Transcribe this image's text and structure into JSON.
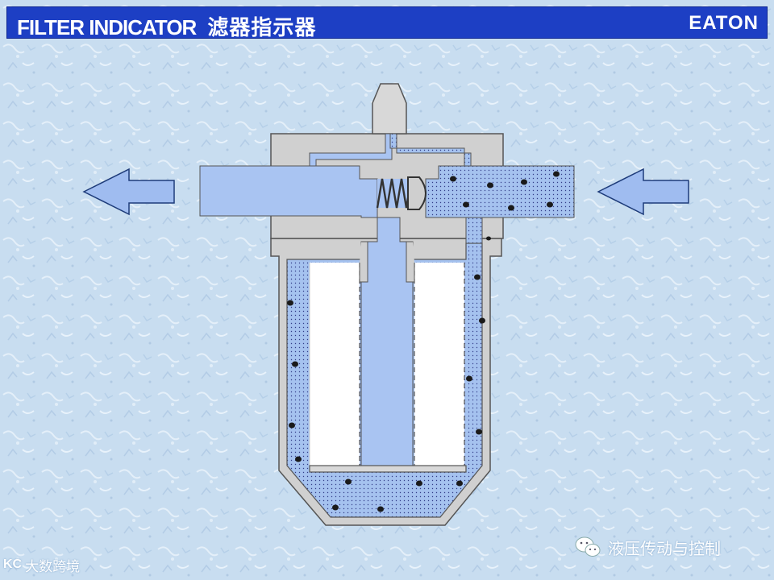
{
  "header": {
    "title": "FILTER INDICATOR",
    "title_cn": "滤器指示器",
    "brand": "EATON"
  },
  "watermarks": {
    "channel": "液压传动与控制",
    "source": "大数跨境",
    "source_logo_text": "KC"
  },
  "colors": {
    "title_bar": "#1d3fc4",
    "clean_fluid": "#a9c4f2",
    "dirty_fluid": "#a3c0ee",
    "housing": "#d2d2d2",
    "filter_element": "#ffffff",
    "arrow_fill": "#9fbcf0"
  },
  "icons": [
    "wechat-icon",
    "kc-logo-icon",
    "spring-icon",
    "outflow-arrow-icon",
    "inflow-arrow-icon"
  ]
}
